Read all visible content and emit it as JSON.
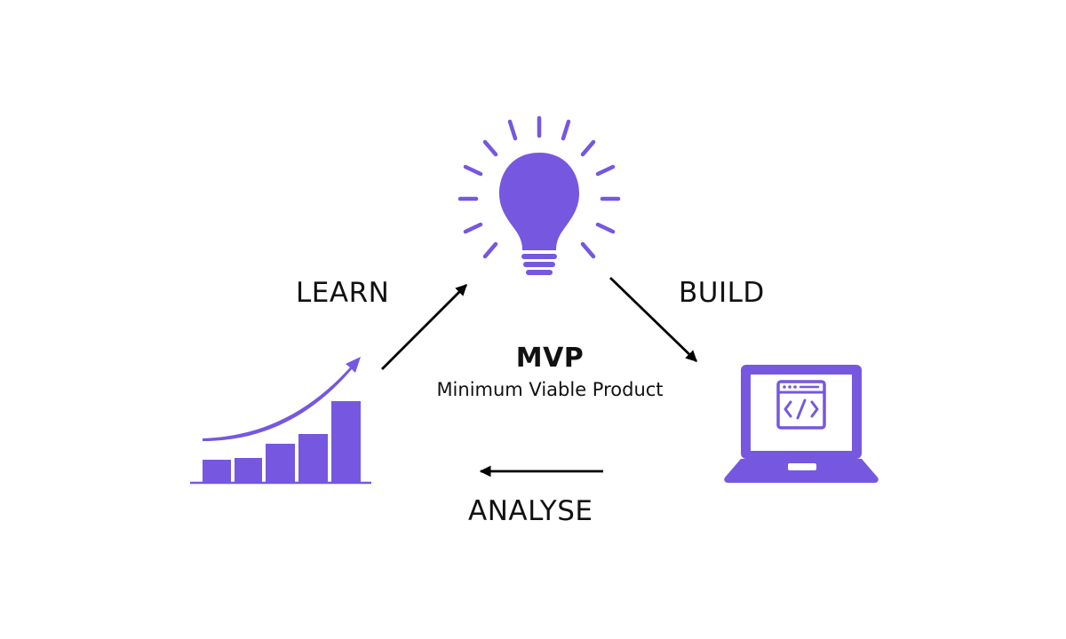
{
  "diagram": {
    "center": {
      "title": "MVP",
      "subtitle": "Minimum Viable Product"
    },
    "steps": [
      {
        "label": "LEARN"
      },
      {
        "label": "BUILD"
      },
      {
        "label": "ANALYSE"
      }
    ]
  },
  "colors": {
    "accent": "#7657e0",
    "text": "#111111",
    "arrow": "#000000",
    "background": "#ffffff"
  },
  "icons": {
    "idea": "lightbulb-icon",
    "build": "laptop-code-icon",
    "learn": "growth-chart-icon"
  }
}
